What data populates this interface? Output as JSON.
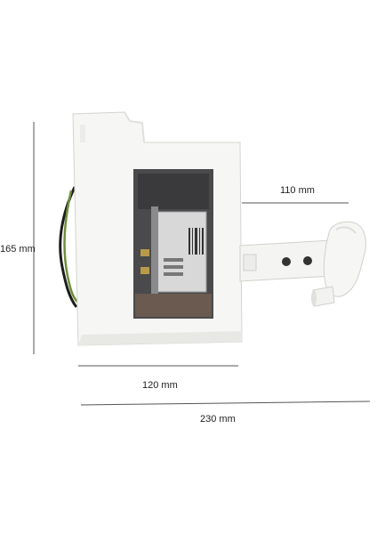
{
  "dimensions": {
    "height_label": "165 mm",
    "pump_length_label": "110 mm",
    "body_width_label": "120 mm",
    "total_width_label": "230 mm"
  },
  "colors": {
    "housing": "#f6f6f4",
    "housing_shadow": "#e4e4e0",
    "motor_dark": "#3a3a3c",
    "motor_label": "#d8d8d8",
    "wire_green": "#6f8f3a",
    "wire_black": "#1c1c1c",
    "dimension_line": "#555555"
  }
}
